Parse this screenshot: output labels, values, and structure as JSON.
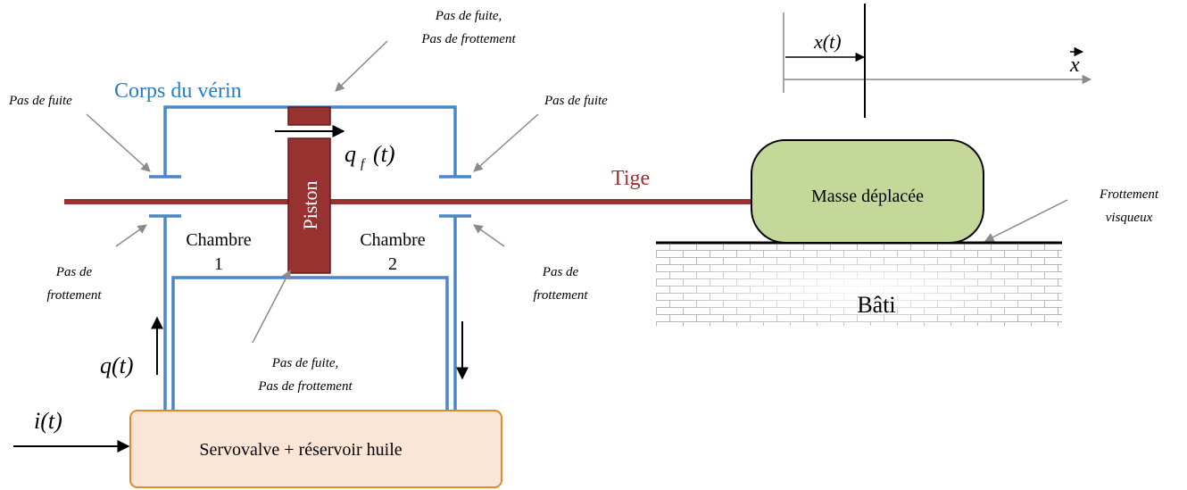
{
  "labels": {
    "corps": "Corps du vérin",
    "piston": "Piston",
    "tige": "Tige",
    "chambre1_a": "Chambre",
    "chambre1_b": "1",
    "chambre2_a": "Chambre",
    "chambre2_b": "2",
    "masse": "Masse déplacée",
    "bati": "Bâti",
    "servovalve": "Servovalve + réservoir huile"
  },
  "annotations": {
    "top_center_1": "Pas de fuite,",
    "top_center_2": "Pas de frottement",
    "left_fuite": "Pas de fuite",
    "right_fuite": "Pas de fuite",
    "left_frott_1": "Pas de",
    "left_frott_2": "frottement",
    "right_frott_1": "Pas de",
    "right_frott_2": "frottement",
    "bottom_center_1": "Pas de fuite,",
    "bottom_center_2": "Pas de frottement",
    "visq_1": "Frottement",
    "visq_2": "visqueux"
  },
  "math": {
    "qf_base": "q",
    "qf_sub": "f",
    "qf_arg": "(t)",
    "q": "q(t)",
    "i": "i(t)",
    "x": "x(t)",
    "xvec": "x"
  },
  "colors": {
    "body_blue": "#4a86c8",
    "label_blue": "#2a7bc0",
    "piston_red": "#983230",
    "mass_fill": "#c4d89a",
    "servo_fill": "#fbe5d6",
    "servo_border": "#e08a2c",
    "annot_gray": "#8a8a8a"
  }
}
